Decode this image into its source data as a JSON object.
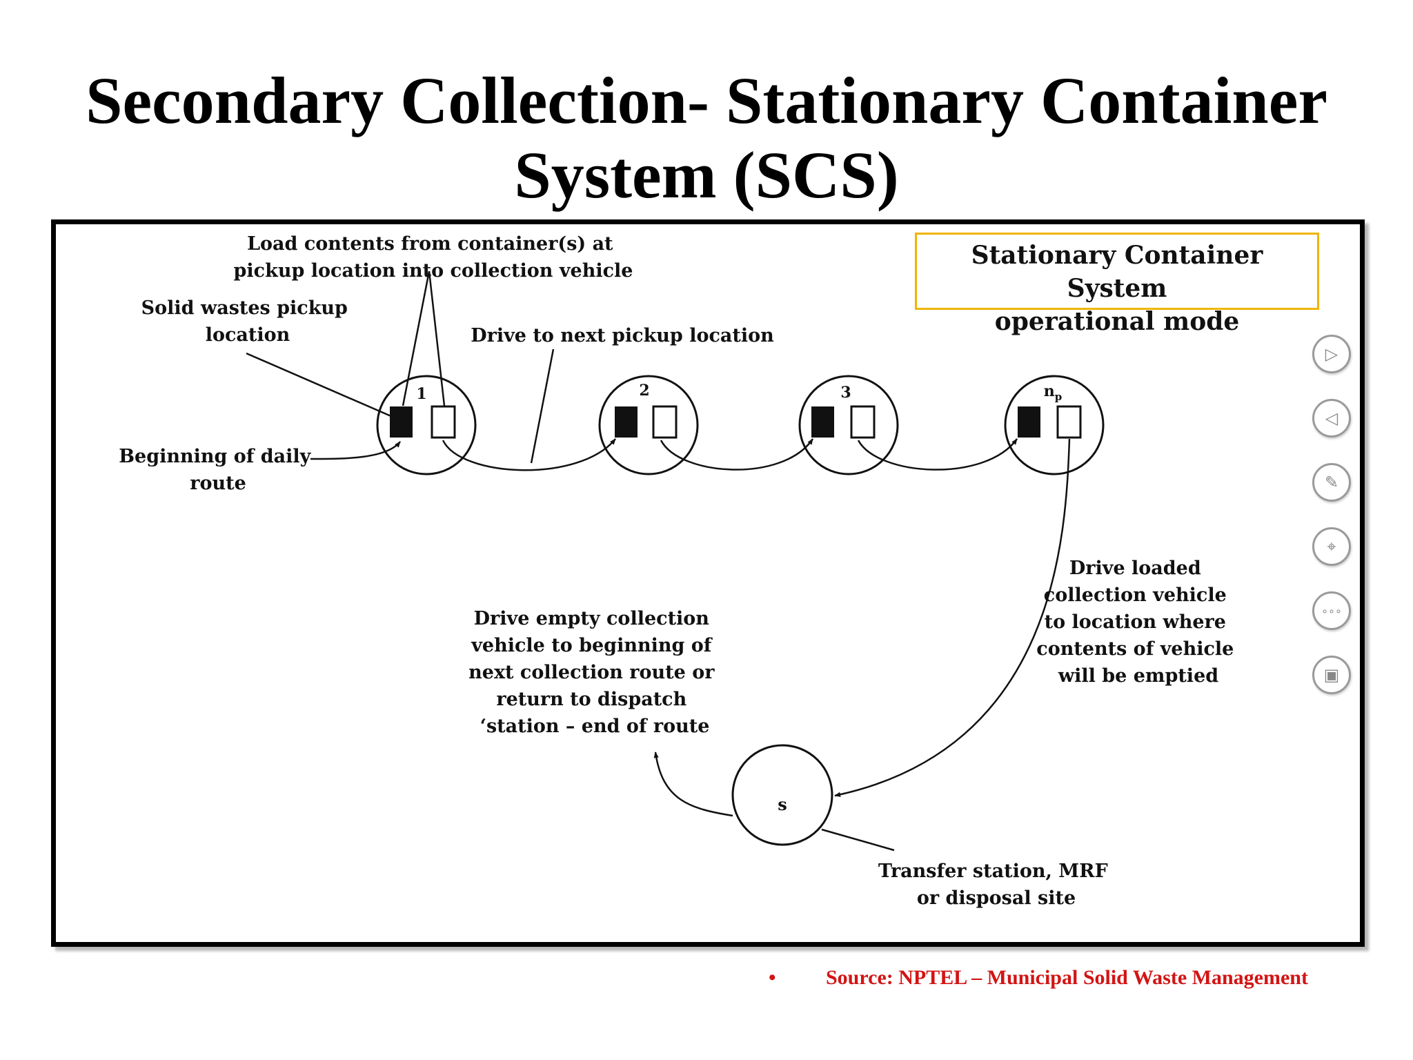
{
  "slide": {
    "title_line1": "Secondary Collection- Stationary Container",
    "title_line2": "System (SCS)"
  },
  "mode_box": {
    "line1": "Stationary Container System",
    "line2": "operational mode"
  },
  "nodes": {
    "n1": "1",
    "n2": "2",
    "n3": "3",
    "np_main": "n",
    "np_sub": "p",
    "s": "s"
  },
  "labels": {
    "load_line1": "Load contents from container(s) at",
    "load_line2": "pickup location into collection vehicle",
    "pickup_line1": "Solid wastes pickup",
    "pickup_line2": "location",
    "drive_next": "Drive to next pickup location",
    "begin_line1": "Beginning of daily",
    "begin_line2": "route",
    "loaded_line1": "Drive loaded",
    "loaded_line2": "collection vehicle",
    "loaded_line3": "to location where",
    "loaded_line4": "contents of vehicle",
    "loaded_line5": "will be emptied",
    "empty_line1": "Drive empty collection",
    "empty_line2": "vehicle to beginning of",
    "empty_line3": "next collection route or",
    "empty_line4": "return to dispatch",
    "empty_line5": "‘station – end of route",
    "transfer_line1": "Transfer station, MRF",
    "transfer_line2": "or disposal site"
  },
  "source": {
    "bullet": "•",
    "text": "Source: NPTEL – Municipal Solid Waste Management"
  },
  "controls": {
    "play_icon": "▷",
    "back_icon": "◁",
    "pen_icon": "✎",
    "pointer_icon": "⌖",
    "more_icon": "∘∘∘",
    "screen_icon": "▣"
  },
  "colors": {
    "source_red": "#d21414",
    "mode_border": "#f0b400"
  }
}
